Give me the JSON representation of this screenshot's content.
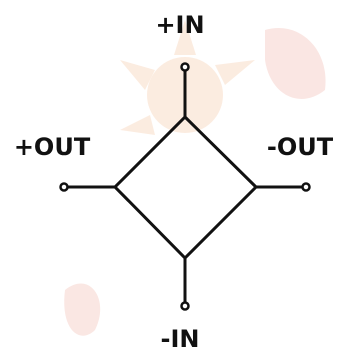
{
  "diagram": {
    "labels": {
      "top": "+IN",
      "bottom": "-IN",
      "left": "+OUT",
      "right": "-OUT"
    },
    "colors": {
      "line": "#111111",
      "background": "#ffffff",
      "watermark": "#f2b9b0"
    }
  }
}
